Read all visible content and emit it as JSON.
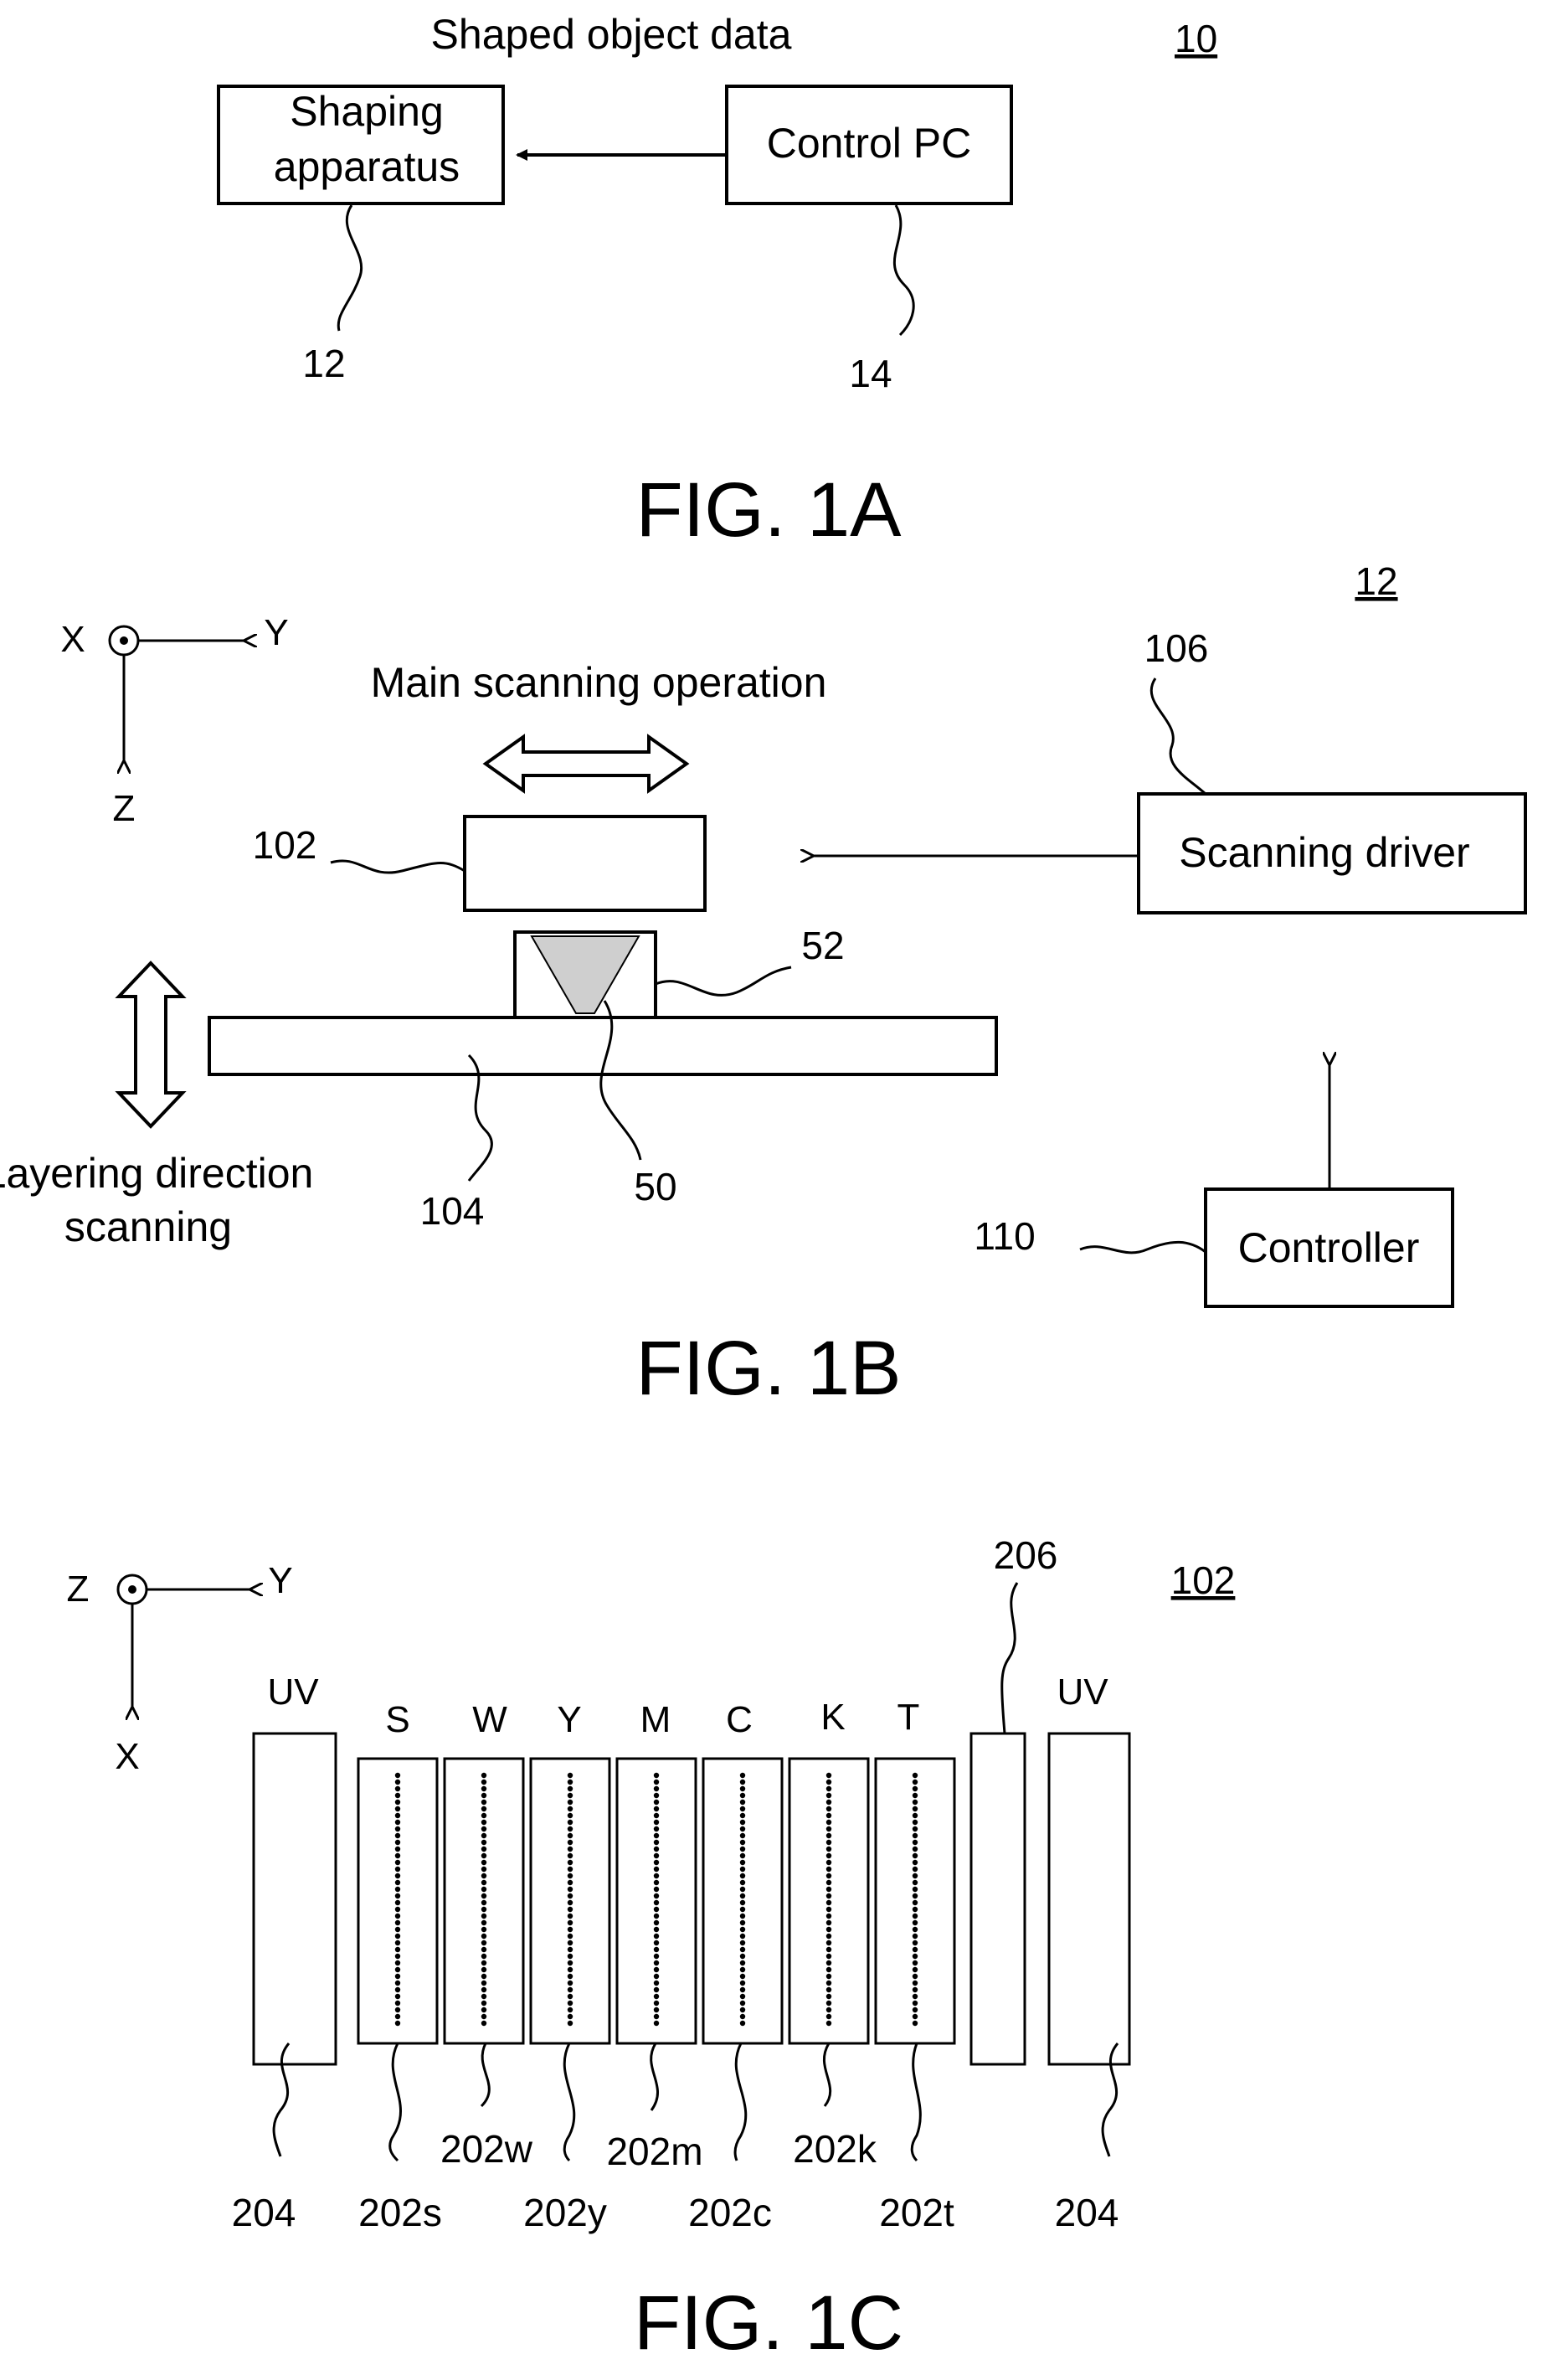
{
  "fig1a": {
    "ref_number": "10",
    "data_label": "Shaped object data",
    "shaping_apparatus_line1": "Shaping",
    "shaping_apparatus_line2": "apparatus",
    "control_pc": "Control PC",
    "num_shaping": "12",
    "num_control": "14",
    "caption": "FIG. 1A"
  },
  "fig1b": {
    "ref_number": "12",
    "axis_x": "X",
    "axis_y": "Y",
    "axis_z": "Z",
    "main_scanning": "Main scanning operation",
    "num_head": "102",
    "num_driver": "106",
    "scanning_driver": "Scanning driver",
    "num_support": "52",
    "layering_line1": "Layering direction",
    "layering_line2": "scanning",
    "num_table": "104",
    "num_object": "50",
    "num_controller": "110",
    "controller": "Controller",
    "caption": "FIG. 1B"
  },
  "fig1c": {
    "ref_number": "102",
    "axis_z": "Z",
    "axis_y": "Y",
    "axis_x": "X",
    "num_roller": "206",
    "uv_left": "UV",
    "uv_right": "UV",
    "heads": [
      {
        "letter": "S",
        "num": "202s"
      },
      {
        "letter": "W",
        "num": "202w"
      },
      {
        "letter": "Y",
        "num": "202y"
      },
      {
        "letter": "M",
        "num": "202m"
      },
      {
        "letter": "C",
        "num": "202c"
      },
      {
        "letter": "K",
        "num": "202k"
      },
      {
        "letter": "T",
        "num": "202t"
      }
    ],
    "num_uv_left": "204",
    "num_uv_right": "204",
    "caption": "FIG. 1C"
  }
}
